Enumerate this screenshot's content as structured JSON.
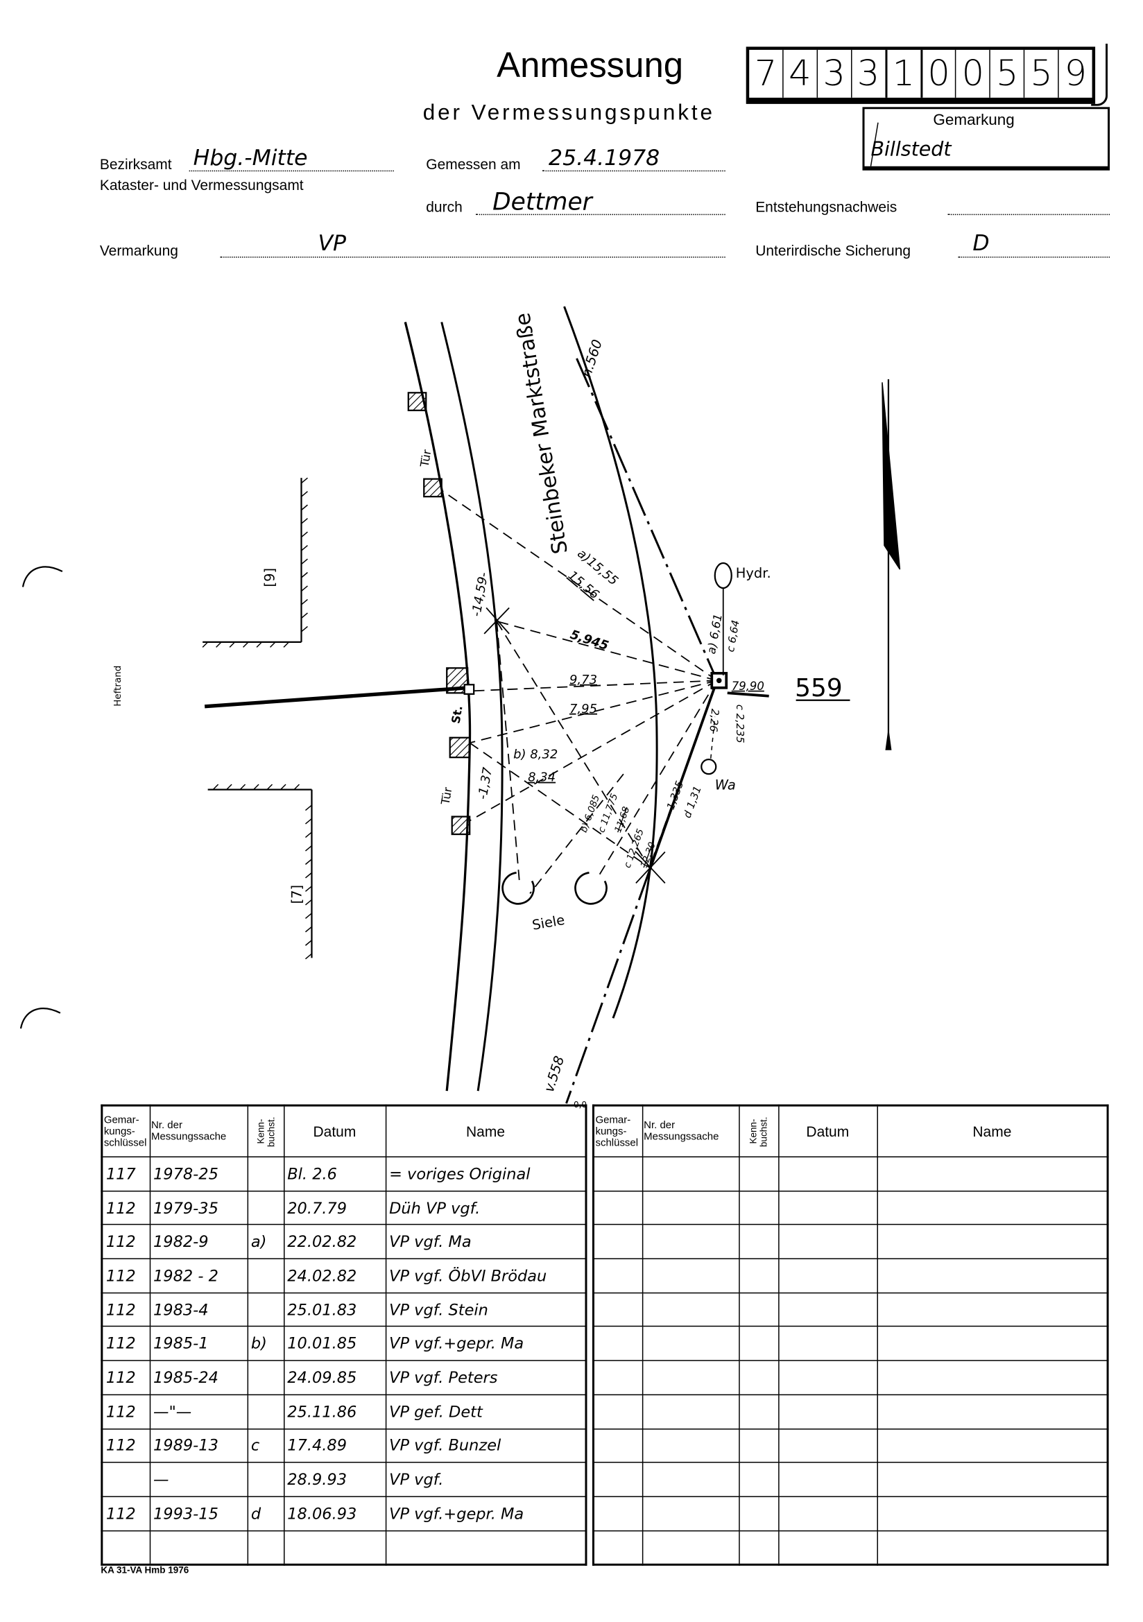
{
  "header": {
    "title": "Anmessung",
    "subtitle": "der Vermessungspunkte",
    "number_digits": [
      "7",
      "4",
      "3",
      "3",
      "1",
      "0",
      "0",
      "5",
      "5",
      "9"
    ],
    "gemarkung_label": "Gemarkung",
    "gemarkung_value": "Billstedt"
  },
  "fields": {
    "bezirksamt_label": "Bezirksamt",
    "bezirksamt_value": "Hbg.-Mitte",
    "amt_label": "Kataster- und Vermessungsamt",
    "gemessen_label": "Gemessen am",
    "gemessen_value": "25.4.1978",
    "durch_label": "durch",
    "durch_value": "Dettmer",
    "entstehung_label": "Entstehungsnachweis",
    "entstehung_value": "",
    "vermarkung_label": "Vermarkung",
    "vermarkung_value": "VP",
    "sicherung_label": "Unterirdische Sicherung",
    "sicherung_value": "D"
  },
  "sketch": {
    "street": "Steinbeker Marktstraße",
    "point_number": "559",
    "n560": "n.560",
    "v558": "v.558",
    "zero": "0,0",
    "tuer1": "Tür",
    "tuer2": "Tür",
    "st": "St.",
    "hydr": "Hydr.",
    "wa": "Wa",
    "siele": "Siele",
    "fence9": "[9]",
    "fence7": "[7]",
    "m1459": "-14,59-",
    "m137": "-1,37",
    "m1555": "a)15,55",
    "m1556": "15,56",
    "m5945": "5,945",
    "m973": "9,73",
    "m795": "7,95",
    "m832": "b) 8,32",
    "m834": "8,34",
    "m6085": "b) 6,085",
    "m11775": "c 11,775",
    "m1168": "11,68",
    "m12265": "c 12,265",
    "m1230": "12,30",
    "m1335": "1,335",
    "m131": "d 1,31",
    "m661": "a) 6,61",
    "m664": "c 6,64",
    "m7990": "79,90",
    "m226": "2,26",
    "m2235": "c 2,235",
    "heftrand": "Heftrand"
  },
  "table": {
    "headers": [
      "Gemar-kungs-schlüssel",
      "Nr. der Messungssache",
      "Kenn-buchst.",
      "Datum",
      "Name"
    ],
    "rows": [
      [
        "117",
        "1978-25",
        "",
        "Bl. 2.6",
        "= voriges Original"
      ],
      [
        "112",
        "1979-35",
        "",
        "20.7.79",
        "Düh VP vgf."
      ],
      [
        "112",
        "1982-9",
        "a)",
        "22.02.82",
        "VP vgf.   Ma"
      ],
      [
        "112",
        "1982 - 2",
        "",
        "24.02.82",
        "VP vgf. ÖbVI Brödau"
      ],
      [
        "112",
        "1983-4",
        "",
        "25.01.83",
        "VP vgf.   Stein"
      ],
      [
        "112",
        "1985-1",
        "b)",
        "10.01.85",
        "VP vgf.+gepr.  Ma"
      ],
      [
        "112",
        "1985-24",
        "",
        "24.09.85",
        "VP vgf. Peters"
      ],
      [
        "112",
        "—\"—",
        "",
        "25.11.86",
        "VP gef. Dett"
      ],
      [
        "112",
        "1989-13",
        "c",
        "17.4.89",
        "VP vgf. Bunzel"
      ],
      [
        "",
        "—",
        "",
        "28.9.93",
        "VP vgf."
      ],
      [
        "112",
        "1993-15",
        "d",
        "18.06.93",
        "VP vgf.+gepr.  Ma"
      ],
      [
        "",
        "",
        "",
        "",
        ""
      ]
    ]
  },
  "footer": "KA 31-VA Hmb 1976"
}
